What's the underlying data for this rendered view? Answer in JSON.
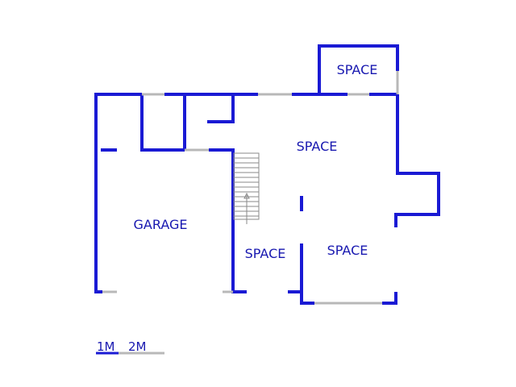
{
  "rooms": [
    {
      "label": "SPACE"
    },
    {
      "label": "SPACE"
    },
    {
      "label": "GARAGE"
    },
    {
      "label": "SPACE"
    },
    {
      "label": "SPACE"
    }
  ],
  "scale": {
    "label_1": "1M",
    "label_2": "2M"
  },
  "colors": {
    "wall": "#1a1ad4",
    "text": "#1818b0",
    "door_mark": "#b8b8b8",
    "stair": "#8a8a8a"
  }
}
